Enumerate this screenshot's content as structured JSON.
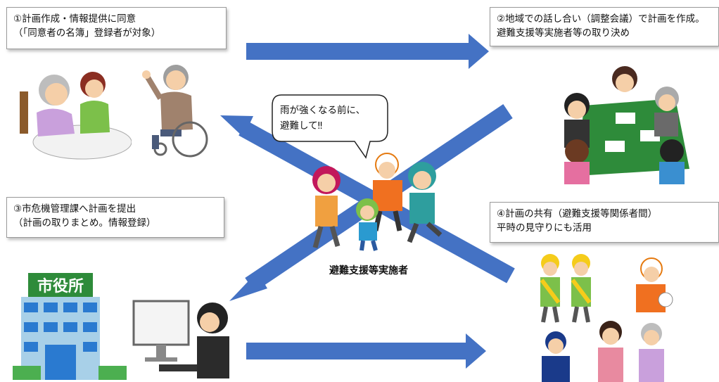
{
  "steps": [
    {
      "line1": "①計画作成・情報提供に同意",
      "line2": "（「同意者の名簿」登録者が対象）"
    },
    {
      "line1": "②地域での話し合い（調整会議）で計画を作成。",
      "line2": "避難支援等実施者等の取り決め"
    },
    {
      "line1": "③市危機管理課へ計画を提出",
      "line2": "（計画の取りまとめ。情報登録）"
    },
    {
      "line1": "④計画の共有（避難支援等関係者間）",
      "line2": "平時の見守りにも活用"
    }
  ],
  "speech_bubble": {
    "line1": "雨が強くなる前に、",
    "line2": "避難して‼"
  },
  "center_label": "避難支援等実施者",
  "city_hall_sign": "市役所",
  "colors": {
    "arrow": "#4472c4",
    "box_border": "#9a9a9a",
    "sign_green": "#2e8b3a"
  }
}
